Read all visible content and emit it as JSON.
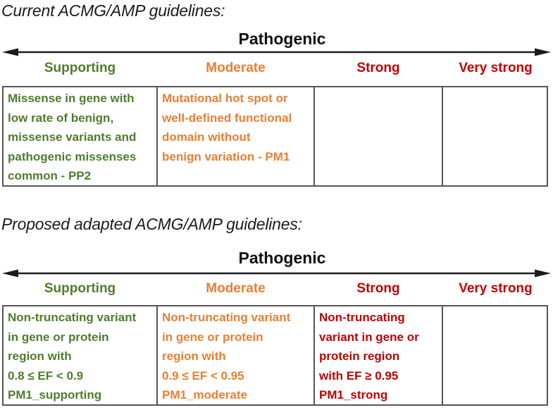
{
  "colors": {
    "green": "#4e7c2c",
    "orange": "#ed7d31",
    "red": "#c00000",
    "ink": "#1b1b1b",
    "border": "#555555"
  },
  "sections": [
    {
      "title": "Current ACMG/AMP guidelines:",
      "axis_label": "Pathogenic",
      "columns": [
        {
          "label": "Supporting",
          "cell": "Missense in gene with\nlow rate of benign,\nmissense variants and\npathogenic missenses\ncommon - PP2"
        },
        {
          "label": "Moderate",
          "cell": "Mutational hot spot or\nwell-defined functional\ndomain without\nbenign variation - PM1"
        },
        {
          "label": "Strong",
          "cell": ""
        },
        {
          "label": "Very strong",
          "cell": ""
        }
      ]
    },
    {
      "title": "Proposed adapted ACMG/AMP guidelines:",
      "axis_label": "Pathogenic",
      "columns": [
        {
          "label": "Supporting",
          "cell": "Non-truncating variant\nin gene or protein\nregion with\n0.8 ≤ EF < 0.9\nPM1_supporting"
        },
        {
          "label": "Moderate",
          "cell": "Non-truncating variant\nin gene or protein\nregion with\n0.9 ≤ EF < 0.95\nPM1_moderate"
        },
        {
          "label": "Strong",
          "cell": "Non-truncating\nvariant in gene or\nprotein region\nwith EF ≥ 0.95\nPM1_strong"
        },
        {
          "label": "Very strong",
          "cell": ""
        }
      ]
    }
  ]
}
